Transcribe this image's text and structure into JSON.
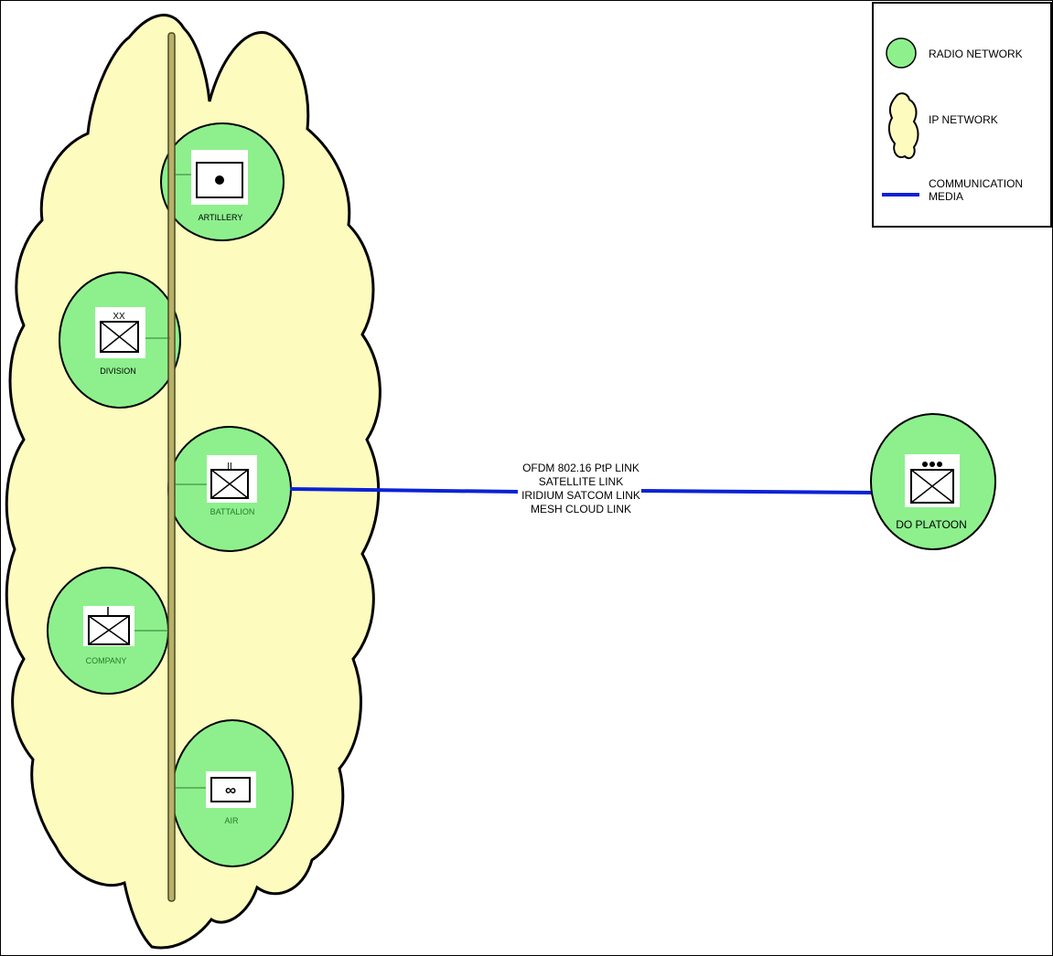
{
  "legend": {
    "radio_network": "RADIO NETWORK",
    "ip_network": "IP NETWORK",
    "communication_media_line1": "COMMUNICATION",
    "communication_media_line2": "MEDIA"
  },
  "nodes": {
    "artillery": "ARTILLERY",
    "division": "DIVISION",
    "division_echelon": "XX",
    "battalion": "BATTALION",
    "battalion_echelon": "II",
    "company": "COMPANY",
    "company_echelon": "I",
    "air": "AIR",
    "do_platoon": "DO PLATOON",
    "do_platoon_echelon": "•••"
  },
  "link": {
    "labels": [
      "OFDM 802.16 PtP LINK",
      "SATELLITE LINK",
      "IRIDIUM SATCOM LINK",
      "MESH CLOUD LINK"
    ]
  },
  "colors": {
    "radio_fill": "#8df08d",
    "radio_stroke": "#000000",
    "cloud_fill": "#fdfcbe",
    "cloud_stroke": "#000000",
    "media_line": "#0a22d6",
    "backbone_fill": "#b8b06a",
    "backbone_stroke": "#4a4a20"
  }
}
